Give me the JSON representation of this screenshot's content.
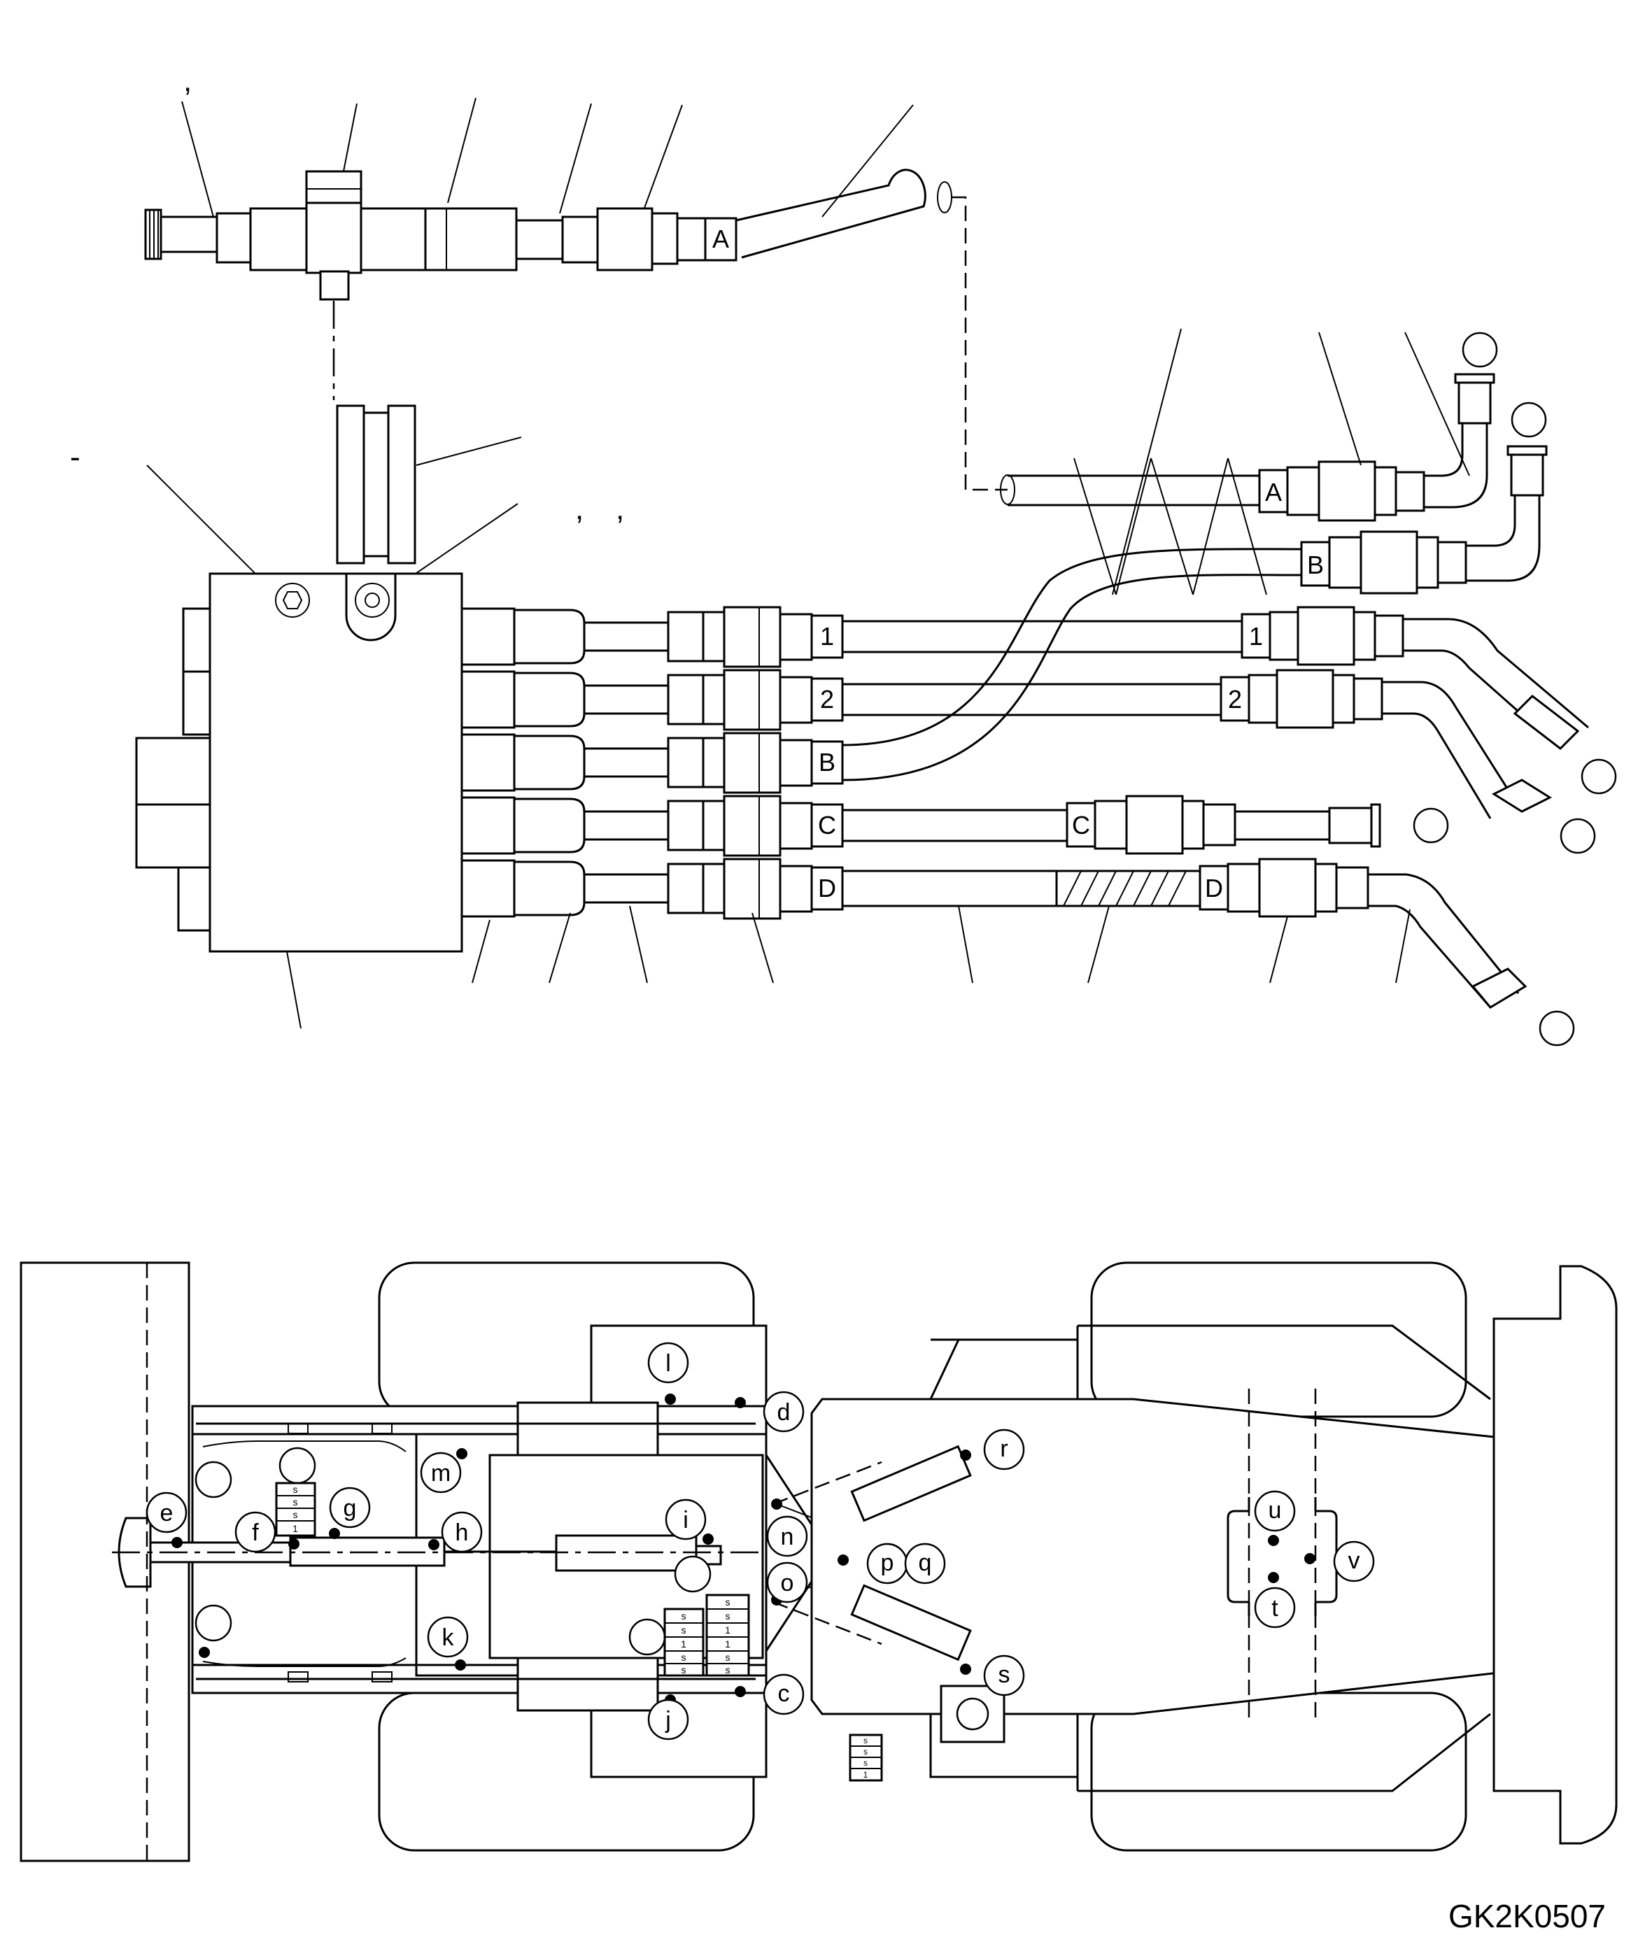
{
  "figure_code": "GK2K0507",
  "top_marks": [
    ",",
    "-",
    ",",
    ","
  ],
  "hose_tags": {
    "A": "A",
    "B": "B",
    "C": "C",
    "D": "D",
    "one": "1",
    "two": "2"
  },
  "plan_callouts": [
    "l",
    "d",
    "m",
    "e",
    "f",
    "g",
    "h",
    "i",
    "n",
    "o",
    "p",
    "q",
    "r",
    "s",
    "k",
    "j",
    "c",
    "u",
    "t",
    "v"
  ],
  "decal_text": {
    "s": "s",
    "one": "1"
  }
}
